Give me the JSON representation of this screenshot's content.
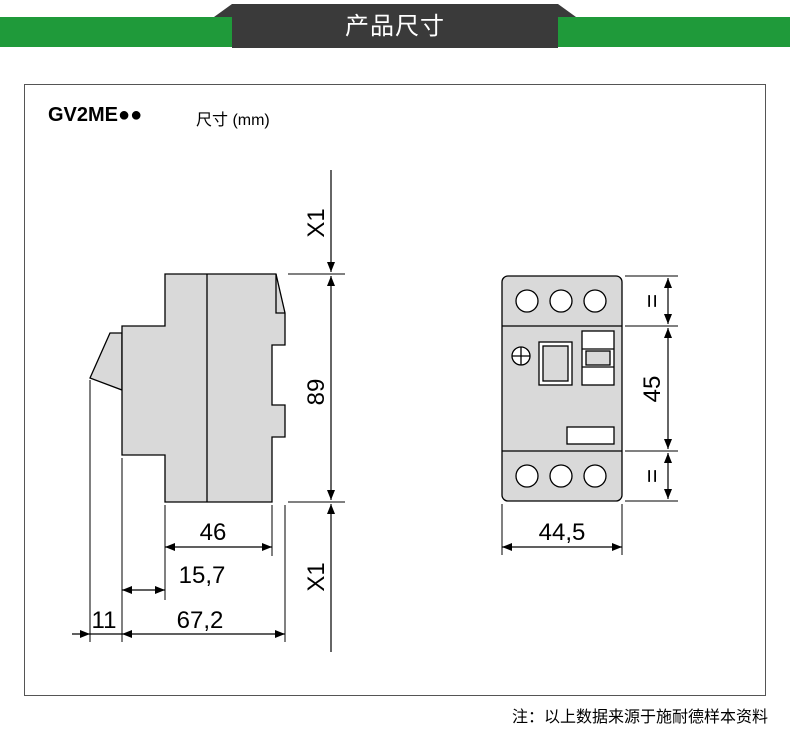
{
  "header": {
    "title": "产品尺寸"
  },
  "diagram": {
    "model": "GV2ME●●",
    "units_label": "尺寸 (mm)",
    "side_view": {
      "height": "89",
      "top_clearance": "X1",
      "bottom_clearance": "X1",
      "depth_46": "46",
      "depth_15_7": "15,7",
      "offset_11": "11",
      "depth_67_2": "67,2"
    },
    "front_view": {
      "width": "44,5",
      "mid_height": "45",
      "equal_top": "=",
      "equal_bottom": "="
    }
  },
  "footer": {
    "note": "注：以上数据来源于施耐德样本资料"
  },
  "colors": {
    "brand_green": "#1f9a3a",
    "tab_dark": "#3a3a3a",
    "device_fill": "#d9d9d9"
  }
}
